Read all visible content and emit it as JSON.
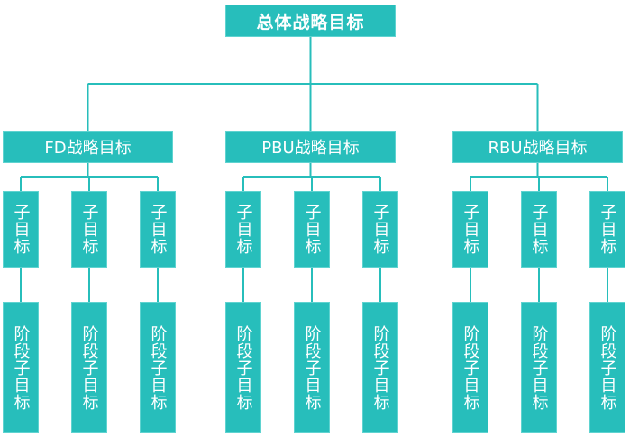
{
  "diagram": {
    "type": "org-tree",
    "colors": {
      "node_fill": "#27bebb",
      "node_text": "#ffffff",
      "connector": "#27bebb"
    },
    "root": {
      "label": "总体战略目标"
    },
    "branches": [
      {
        "label": "FD战略目标",
        "children": [
          {
            "label": "子目标",
            "stage": "阶段子目标"
          },
          {
            "label": "子目标",
            "stage": "阶段子目标"
          },
          {
            "label": "子目标",
            "stage": "阶段子目标"
          }
        ]
      },
      {
        "label": "PBU战略目标",
        "children": [
          {
            "label": "子目标",
            "stage": "阶段子目标"
          },
          {
            "label": "子目标",
            "stage": "阶段子目标"
          },
          {
            "label": "子目标",
            "stage": "阶段子目标"
          }
        ]
      },
      {
        "label": "RBU战略目标",
        "children": [
          {
            "label": "子目标",
            "stage": "阶段子目标"
          },
          {
            "label": "子目标",
            "stage": "阶段子目标"
          },
          {
            "label": "子目标",
            "stage": "阶段子目标"
          }
        ]
      }
    ]
  }
}
